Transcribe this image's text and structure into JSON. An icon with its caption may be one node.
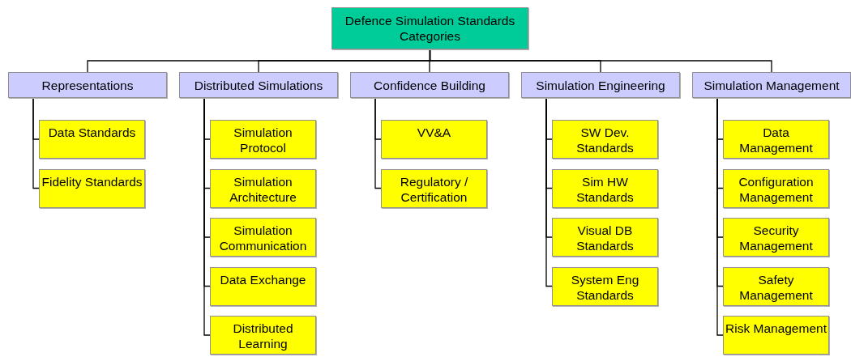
{
  "diagram": {
    "nodes": [
      {
        "text": [
          "Defence Simulation Standards Categories"
        ]
      },
      {
        "text": [
          "Representations"
        ]
      },
      {
        "text": [
          "Data Standards"
        ]
      },
      {
        "text": [
          "Fidelity Standards"
        ]
      },
      {
        "text": [
          "Distributed Simulations"
        ]
      },
      {
        "text": [
          "Simulation Protocol"
        ]
      },
      {
        "text": [
          "Simulation Architecture"
        ]
      },
      {
        "text": [
          "Simulation Communication"
        ]
      },
      {
        "text": [
          "Data Exchange"
        ]
      },
      {
        "text": [
          "Distributed Learning"
        ]
      },
      {
        "text": [
          "Confidence Building"
        ]
      },
      {
        "text": [
          "VV&A"
        ]
      },
      {
        "text": [
          "Regulatory / Certification"
        ]
      },
      {
        "text": [
          "Simulation Engineering"
        ]
      },
      {
        "text": [
          "SW Dev. Standards"
        ]
      },
      {
        "text": [
          "Sim HW Standards"
        ]
      },
      {
        "text": [
          "Visual DB Standards"
        ]
      },
      {
        "text": [
          "System Eng Standards"
        ]
      },
      {
        "text": [
          "Simulation Management"
        ]
      },
      {
        "text": [
          "Data Management"
        ]
      },
      {
        "text": [
          "Configuration Management"
        ]
      },
      {
        "text": [
          "Security Management"
        ]
      },
      {
        "text": [
          "Safety Management"
        ]
      },
      {
        "text": [
          "Risk Management"
        ]
      }
    ],
    "edges": [
      {
        "from": 0,
        "to": 1,
        "arrow": "none"
      },
      {
        "from": 0,
        "to": 4,
        "arrow": "none"
      },
      {
        "from": 0,
        "to": 10,
        "arrow": "none"
      },
      {
        "from": 0,
        "to": 13,
        "arrow": "none"
      },
      {
        "from": 0,
        "to": 18,
        "arrow": "none"
      },
      {
        "from": 1,
        "to": 2,
        "arrow": "none"
      },
      {
        "from": 1,
        "to": 3,
        "arrow": "none"
      },
      {
        "from": 4,
        "to": 5,
        "arrow": "none"
      },
      {
        "from": 4,
        "to": 6,
        "arrow": "none"
      },
      {
        "from": 4,
        "to": 7,
        "arrow": "none"
      },
      {
        "from": 4,
        "to": 8,
        "arrow": "none"
      },
      {
        "from": 4,
        "to": 9,
        "arrow": "none"
      },
      {
        "from": 10,
        "to": 11,
        "arrow": "none"
      },
      {
        "from": 10,
        "to": 12,
        "arrow": "none"
      },
      {
        "from": 13,
        "to": 14,
        "arrow": "none"
      },
      {
        "from": 13,
        "to": 15,
        "arrow": "none"
      },
      {
        "from": 13,
        "to": 16,
        "arrow": "none"
      },
      {
        "from": 13,
        "to": 17,
        "arrow": "none"
      },
      {
        "from": 18,
        "to": 19,
        "arrow": "none"
      },
      {
        "from": 18,
        "to": 20,
        "arrow": "none"
      },
      {
        "from": 18,
        "to": 21,
        "arrow": "none"
      },
      {
        "from": 18,
        "to": 22,
        "arrow": "none"
      },
      {
        "from": 18,
        "to": 23,
        "arrow": "none"
      }
    ]
  }
}
